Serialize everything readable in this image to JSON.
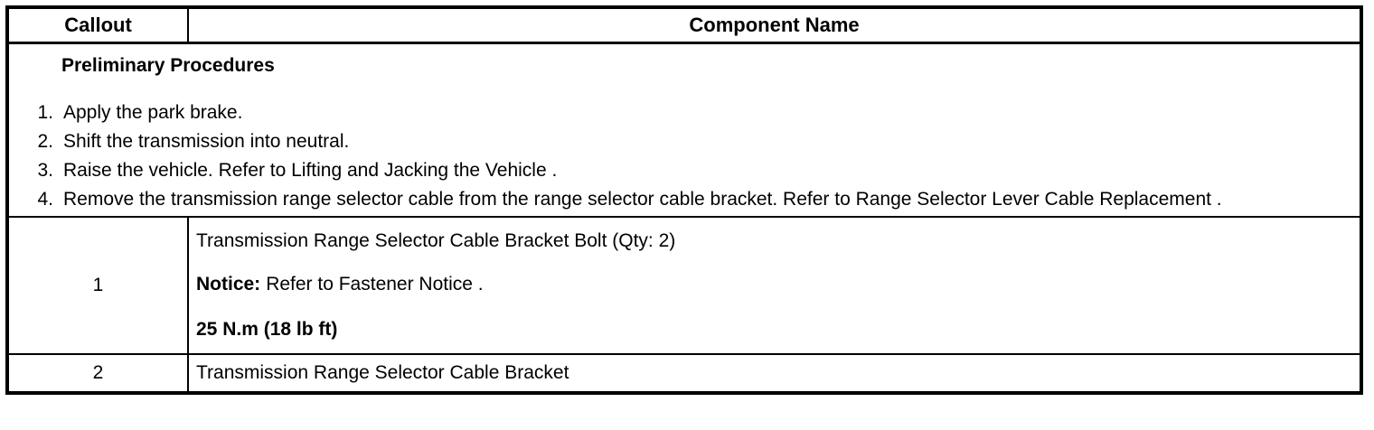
{
  "table": {
    "header": {
      "callout": "Callout",
      "component": "Component Name"
    },
    "preliminary": {
      "title": "Preliminary Procedures",
      "steps": [
        {
          "num": "1.",
          "text": "Apply the park brake."
        },
        {
          "num": "2.",
          "text": "Shift the transmission into neutral."
        },
        {
          "num": "3.",
          "text": "Raise the vehicle. Refer to Lifting and Jacking the Vehicle ."
        },
        {
          "num": "4.",
          "text": "Remove the transmission range selector cable from the range selector cable bracket. Refer to Range Selector Lever Cable Replacement ."
        }
      ]
    },
    "rows": [
      {
        "callout": "1",
        "name": "Transmission Range Selector Cable Bracket Bolt (Qty: 2)",
        "notice_label": "Notice:",
        "notice_text": "Refer to Fastener Notice .",
        "torque": "25 N.m (18 lb ft)"
      },
      {
        "callout": "2",
        "name": "Transmission Range Selector Cable Bracket"
      }
    ],
    "colors": {
      "border": "#000000",
      "text": "#000000",
      "background": "#ffffff"
    }
  }
}
